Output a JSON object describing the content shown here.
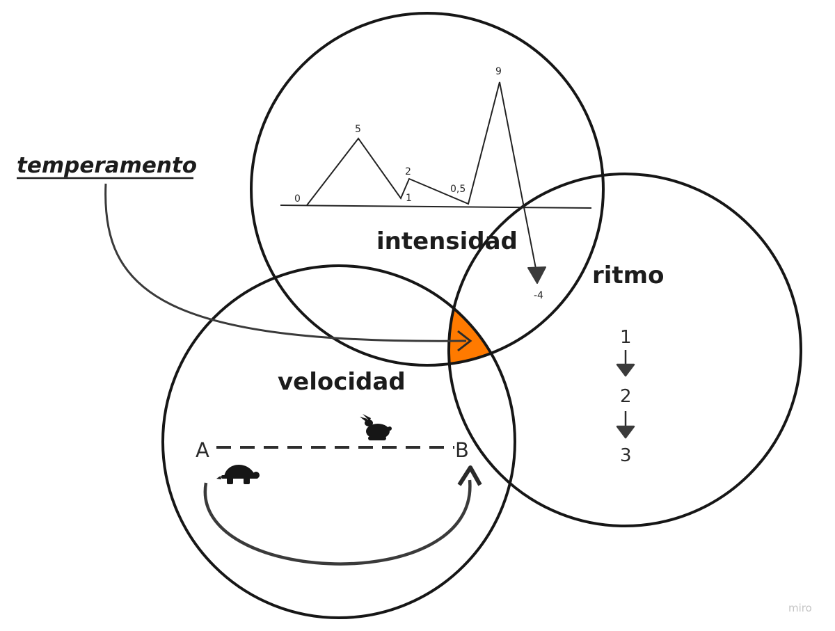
{
  "diagram": {
    "temperament_label": "temperamento",
    "circles": {
      "intensity": {
        "label": "intensidad"
      },
      "rhythm": {
        "label": "ritmo"
      },
      "speed": {
        "label": "velocidad"
      }
    },
    "intensity_graph": {
      "points": [
        "0",
        "5",
        "1",
        "2",
        "0,5",
        "9",
        "-4"
      ]
    },
    "rhythm_sequence": [
      "1",
      "2",
      "3"
    ],
    "speed": {
      "point_a": "A",
      "point_b": "B"
    },
    "icons": [
      "turtle-icon",
      "rabbit-icon"
    ],
    "colors": {
      "highlight": "#ff7a00",
      "stroke": "#161616"
    },
    "watermark": "miro"
  }
}
